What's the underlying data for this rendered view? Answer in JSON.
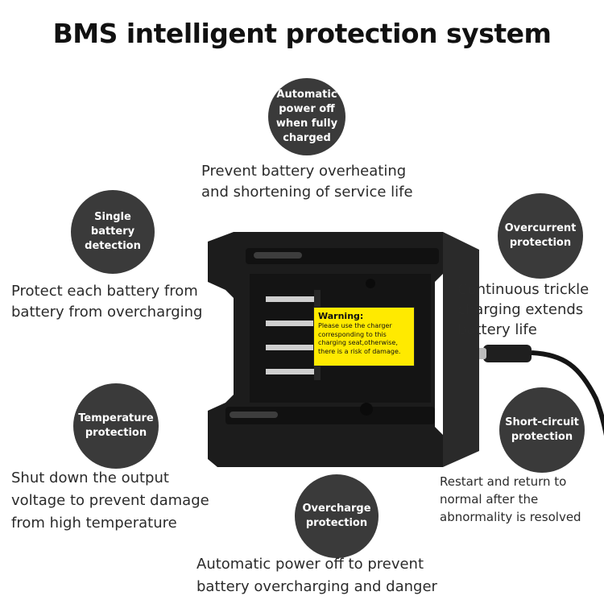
{
  "title": "BMS intelligent protection system",
  "features": [
    {
      "id": "auto-power-off",
      "badge": "Automatic\npower off\nwhen fully\ncharged",
      "desc": "Prevent battery overheating\nand shortening of service life"
    },
    {
      "id": "single-battery",
      "badge": "Single\nbattery\ndetection",
      "desc": "Protect each battery from\nbattery from overcharging"
    },
    {
      "id": "overcurrent",
      "badge": "Overcurrent\nprotection",
      "desc": "Continuous trickle\ncharging extends\nbattery life"
    },
    {
      "id": "temperature",
      "badge": "Temperature\nprotection",
      "desc": "Shut down the output\nvoltage to prevent damage\nfrom high temperature"
    },
    {
      "id": "short-circuit",
      "badge": "Short-circuit\nprotection",
      "desc": "Restart and return to\nnormal after the\nabnormality is resolved"
    },
    {
      "id": "overcharge",
      "badge": "Overcharge\nprotection",
      "desc": "Automatic power off to prevent\nbattery overcharging and danger"
    }
  ],
  "warning_label": {
    "heading": "Warning:",
    "text": "Please use the charger\ncorresponding to this\ncharging seat,otherwise,\nthere is a risk of damage."
  },
  "colors": {
    "badge": "#3a3a3a",
    "warning": "#ffea00",
    "device": "#1c1c1c"
  }
}
